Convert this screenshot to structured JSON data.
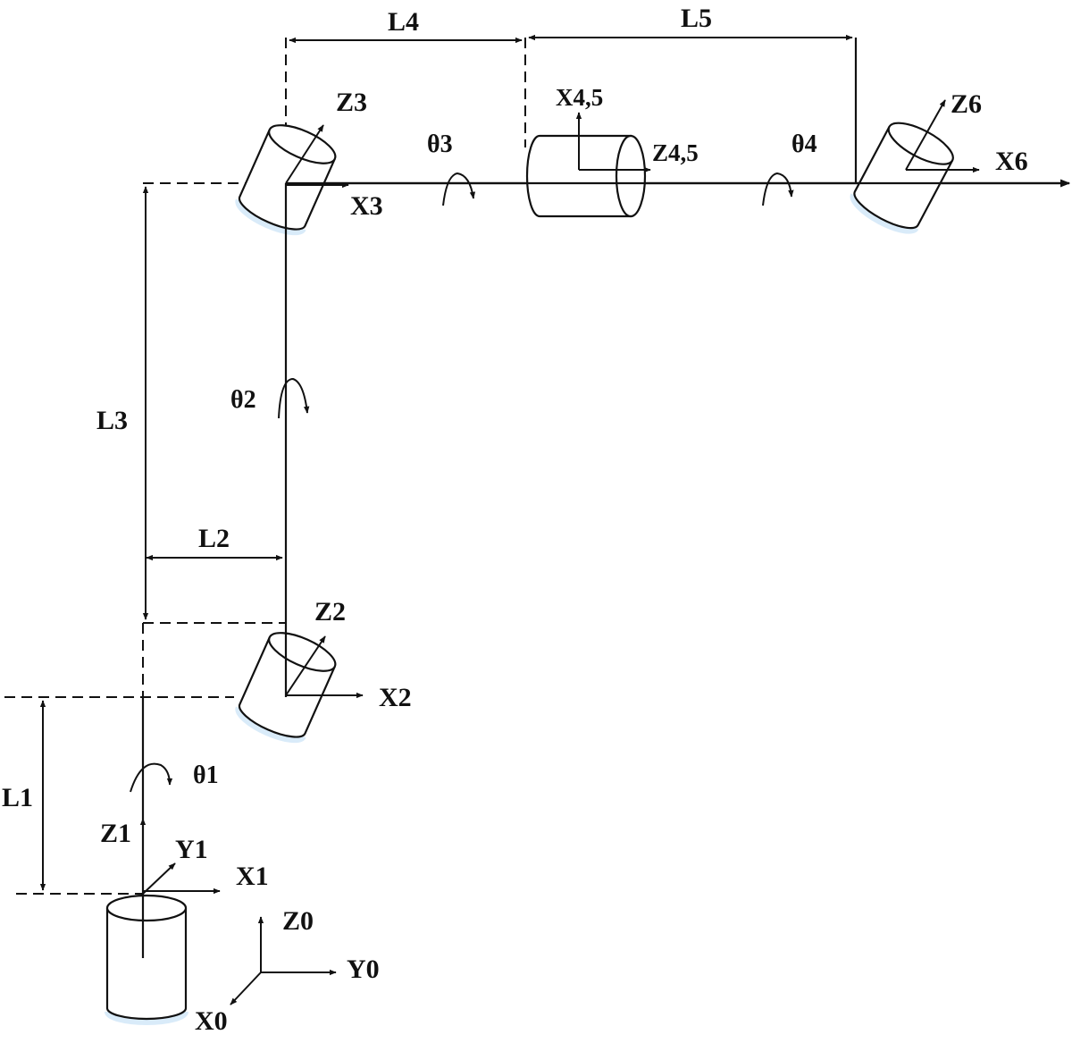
{
  "labels": {
    "L1": "L1",
    "L2": "L2",
    "L3": "L3",
    "L4": "L4",
    "L5": "L5",
    "Z0": "Z0",
    "Y0": "Y0",
    "X0": "X0",
    "Z1": "Z1",
    "Y1": "Y1",
    "X1": "X1",
    "Z2": "Z2",
    "X2": "X2",
    "Z3": "Z3",
    "X3": "X3",
    "X45": "X4,5",
    "Z45": "Z4,5",
    "Z6": "Z6",
    "X6": "X6",
    "theta1": "θ1",
    "theta2": "θ2",
    "theta3": "θ3",
    "theta4": "θ4"
  },
  "colors": {
    "line": "#111111",
    "background": "#ffffff",
    "cylinder_shadow": "#cfe6f7"
  }
}
